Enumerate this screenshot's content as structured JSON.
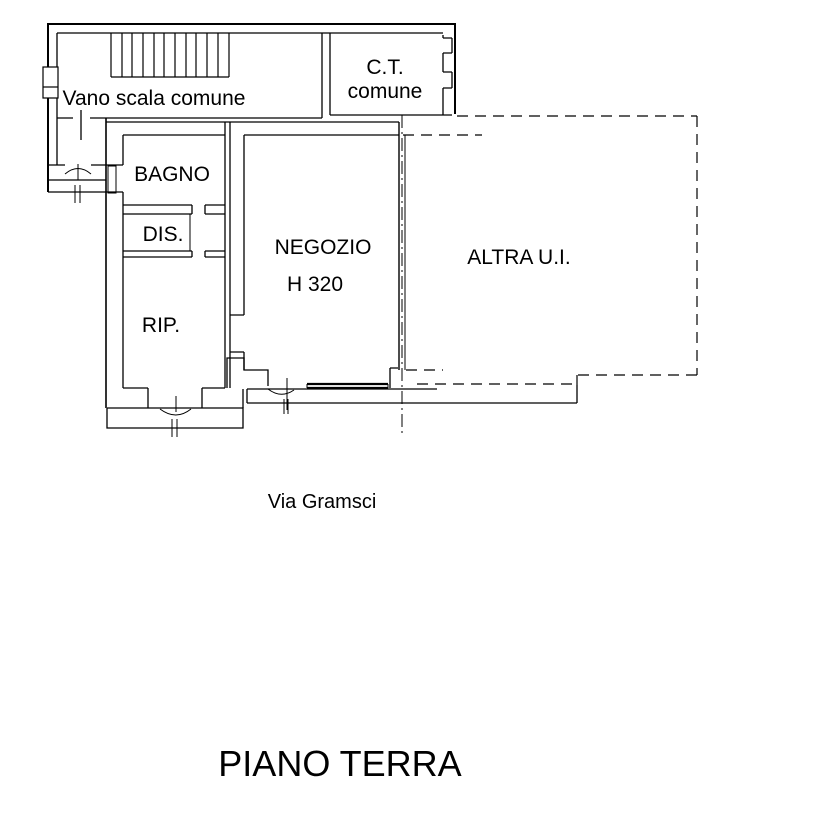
{
  "plan": {
    "title": "PIANO TERRA",
    "street_label": "Via Gramsci",
    "rooms": {
      "stairwell": "Vano scala comune",
      "boiler": {
        "line1": "C.T.",
        "line2": "comune"
      },
      "bathroom": "BAGNO",
      "hallway": "DIS.",
      "storage": "RIP.",
      "shop": {
        "name": "NEGOZIO",
        "height": "H 320"
      },
      "other_unit": "ALTRA U.I."
    },
    "colors": {
      "line": "#000000",
      "background": "#ffffff"
    }
  }
}
